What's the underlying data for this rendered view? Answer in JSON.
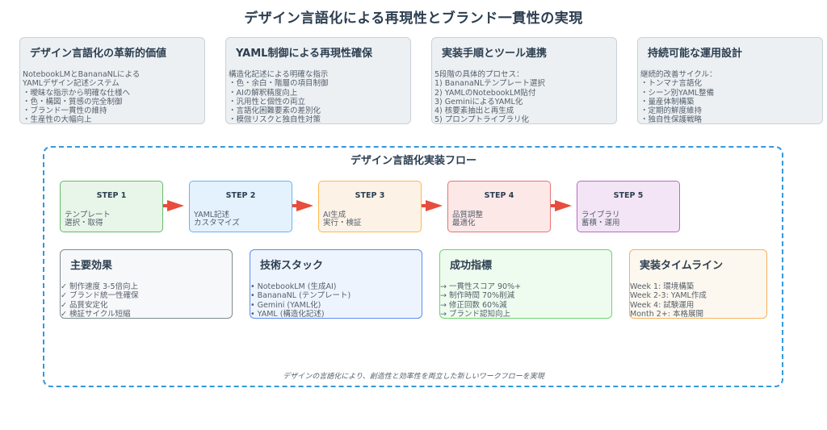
{
  "title": "デザイン言語化による再現性とブランド一貫性の実現",
  "top_cards": [
    {
      "heading": "デザイン言語化の革新的価値",
      "lines": [
        "NotebookLMとBananaNLによる",
        "YAMLデザイン記述システム",
        "・曖昧な指示から明確な仕様へ",
        "・色・構図・質感の完全制御",
        "・ブランド一貫性の維持",
        "・生産性の大幅向上"
      ]
    },
    {
      "heading": "YAML制御による再現性確保",
      "lines": [
        "構造化記述による明確な指示",
        "・色・余白・階層の項目制御",
        "・AIの解釈精度向上",
        "・汎用性と個性の両立",
        "・言語化困難要素の差別化",
        "・模倣リスクと独自性対策"
      ]
    },
    {
      "heading": "実装手順とツール連携",
      "lines": [
        "5段階の具体的プロセス：",
        "1) BananaNLテンプレート選択",
        "2) YAMLのNotebookLM貼付",
        "3) GeminiによるYAML化",
        "4) 核要素抽出と再生成",
        "5) プロンプトライブラリ化"
      ]
    },
    {
      "heading": "持続可能な運用設計",
      "lines": [
        "継続的改善サイクル：",
        "・トンマナ言語化",
        "・シーン別YAML整備",
        "・量産体制構築",
        "・定期的鮮度維持",
        "・独自性保護戦略"
      ]
    }
  ],
  "flow": {
    "title": "デザイン言語化実装フロー",
    "steps": [
      {
        "label": "STEP 1",
        "lines": [
          "テンプレート",
          "選択・取得"
        ],
        "fill": "#e8f5e9",
        "border": "#66bb6a"
      },
      {
        "label": "STEP 2",
        "lines": [
          "YAML記述",
          "カスタマイズ"
        ],
        "fill": "#e3f2fd",
        "border": "#64b5f6"
      },
      {
        "label": "STEP 3",
        "lines": [
          "AI生成",
          "実行・検証"
        ],
        "fill": "#fdf2e6",
        "border": "#ffb74d"
      },
      {
        "label": "STEP 4",
        "lines": [
          "品質調整",
          "最適化"
        ],
        "fill": "#fde8e8",
        "border": "#e57373"
      },
      {
        "label": "STEP 5",
        "lines": [
          "ライブラリ",
          "蓄積・運用"
        ],
        "fill": "#f3e5f5",
        "border": "#ba68c8"
      }
    ],
    "arrow_color": "#e74c3c",
    "cards": [
      {
        "heading": "主要効果",
        "lines": [
          "✓ 制作速度 3-5倍向上",
          "✓ ブランド統一性確保",
          "✓ 品質安定化",
          "✓ 検証サイクル短縮"
        ],
        "fill": "#f7f8fa",
        "border": "#7f8c8d"
      },
      {
        "heading": "技術スタック",
        "lines": [
          "• NotebookLM (生成AI)",
          "• BananaNL (テンプレート)",
          "• Gemini (YAML化)",
          "• YAML (構造化記述)"
        ],
        "fill": "#eef4fd",
        "border": "#5b8def"
      },
      {
        "heading": "成功指標",
        "lines": [
          "→ 一貫性スコア 90%+",
          "→ 制作時間 70%削減",
          "→ 修正回数 60%減",
          "→ ブランド認知向上"
        ],
        "fill": "#eefcef",
        "border": "#6fd36f"
      },
      {
        "heading": "実装タイムライン",
        "lines": [
          "Week 1: 環境構築",
          "Week 2-3: YAML作成",
          "Week 4: 試験運用",
          "Month 2+: 本格展開"
        ],
        "fill": "#fdf8ef",
        "border": "#f5b25a"
      }
    ],
    "footer": "デザインの言語化により、創造性と効率性を両立した新しいワークフローを実現"
  }
}
